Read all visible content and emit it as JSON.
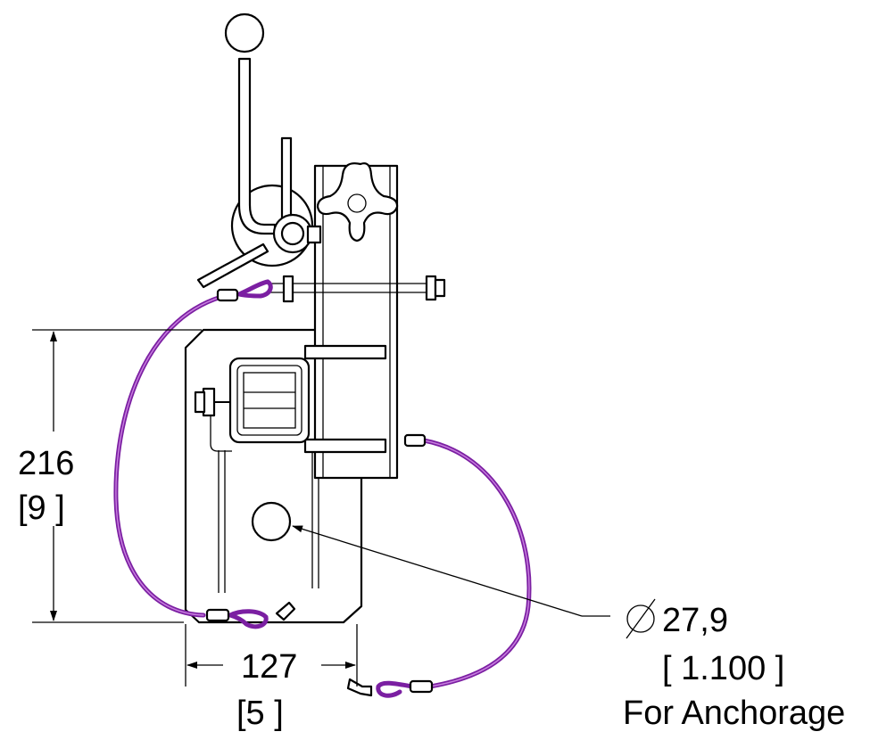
{
  "dimensions": {
    "height_mm": "216",
    "height_in": "[9 ]",
    "width_mm": "127",
    "width_in": "[5 ]",
    "hole_diameter_mm": "27,9",
    "hole_diameter_in": "[ 1.100  ]",
    "hole_note": "For Anchorage"
  },
  "colors": {
    "lines": "#000000",
    "lanyard_cable": "#7b1fa2",
    "background": "#ffffff"
  },
  "icons": {
    "diameter_symbol": "diameter-icon"
  }
}
